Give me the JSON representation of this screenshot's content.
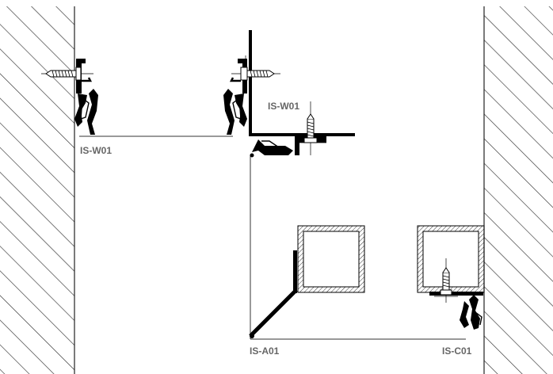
{
  "labels": {
    "wall_top_left": "IS-W01",
    "wall_top_right": "IS-W01",
    "bottom_left": "IS-A01",
    "bottom_right": "IS-C01"
  },
  "colors": {
    "profile": "#000000",
    "line": "#222222",
    "hatch": "#333333",
    "label": "#666666"
  }
}
